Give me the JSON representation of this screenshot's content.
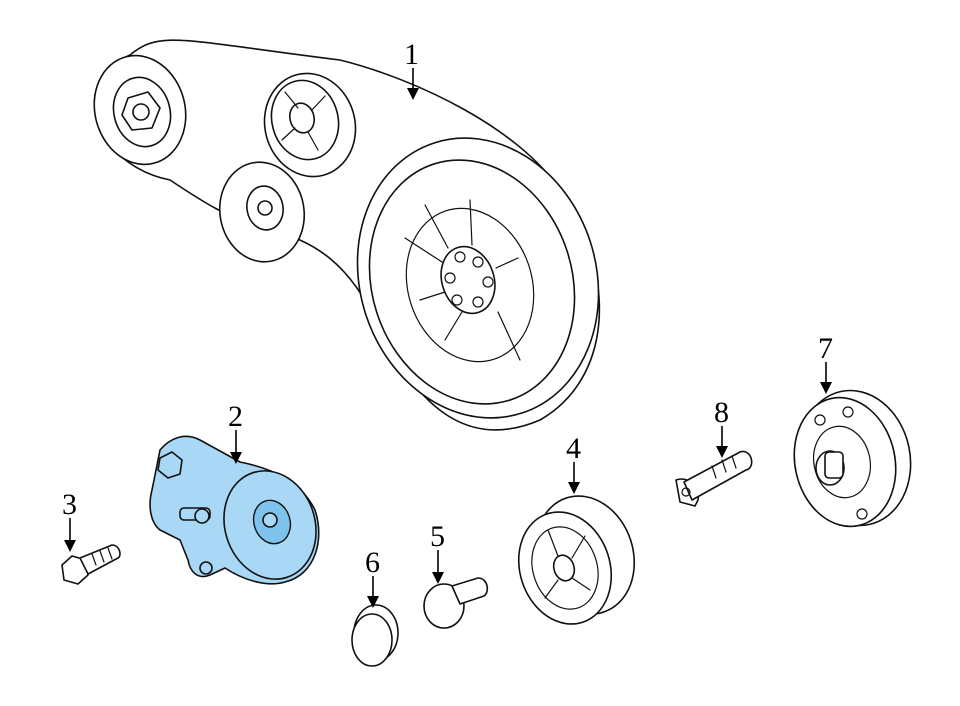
{
  "highlight_color": "#a8d8f5",
  "callouts": [
    {
      "id": "1",
      "label": "1",
      "part": "belt"
    },
    {
      "id": "2",
      "label": "2",
      "part": "tensioner"
    },
    {
      "id": "3",
      "label": "3",
      "part": "bolt"
    },
    {
      "id": "4",
      "label": "4",
      "part": "idler-pulley"
    },
    {
      "id": "5",
      "label": "5",
      "part": "bolt"
    },
    {
      "id": "6",
      "label": "6",
      "part": "cap"
    },
    {
      "id": "7",
      "label": "7",
      "part": "pulley"
    },
    {
      "id": "8",
      "label": "8",
      "part": "bolt"
    }
  ]
}
